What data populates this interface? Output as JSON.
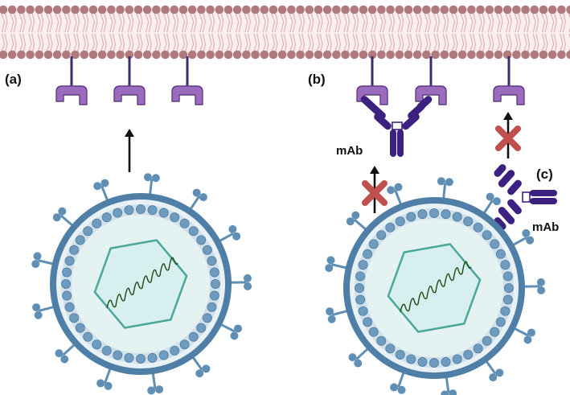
{
  "labels": {
    "panel_a": "(a)",
    "panel_b": "(b)",
    "panel_c": "(c)",
    "mab_top": "mAb",
    "mab_side": "mAb"
  },
  "colors": {
    "membrane_head": "#b07a7d",
    "membrane_tail": "#d9a8aa",
    "membrane_fill": "#fbeeee",
    "receptor_fill": "#9b6bbd",
    "receptor_stroke": "#5e3d84",
    "antibody": "#3d2180",
    "antibody_light": "#5a3ca0",
    "virus_outer": "#4f7fa6",
    "virus_ring_light": "#e8f1f5",
    "virus_bead": "#6f9bbf",
    "capsid_fill": "#d7efee",
    "capsid_stroke": "#4aa89a",
    "genome": "#1c4a12",
    "spike": "#5f8fb4",
    "block_x": "#c0504d",
    "arrow": "#111111"
  },
  "icons": {
    "blocked": "cross-icon",
    "entry": "arrow-up-icon"
  }
}
